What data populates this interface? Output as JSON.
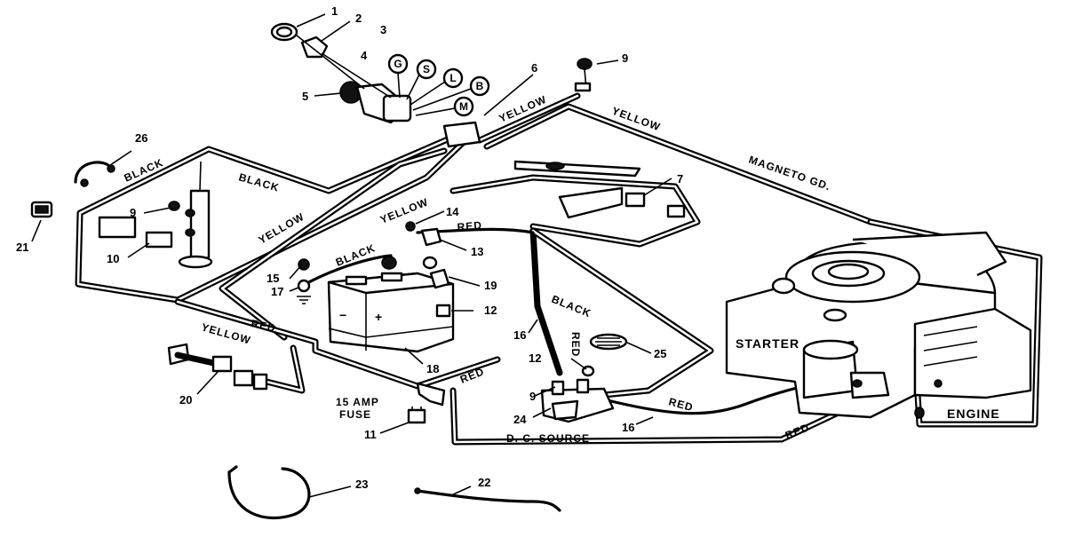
{
  "wire_labels": {
    "yellow_top": "YELLOW",
    "yellow_right": "YELLOW",
    "magneto_gd": "MAGNETO GD.",
    "black_1": "BLACK",
    "black_2": "BLACK",
    "yellow_mid": "YELLOW",
    "yellow_2": "YELLOW",
    "red_top": "RED",
    "black_batt": "BLACK",
    "black_right": "BLACK",
    "red_left": "RED",
    "yellow_left": "YELLOW",
    "red_vert": "RED",
    "red_bottom": "RED",
    "red_solenoid": "RED",
    "red_engine": "RED"
  },
  "terminals": [
    "G",
    "S",
    "L",
    "B",
    "M"
  ],
  "component_labels": {
    "starter": "STARTER",
    "engine": "ENGINE",
    "fuse_1": "15 AMP",
    "fuse_2": "FUSE",
    "dc_source": "D. C. SOURCE",
    "plus": "+",
    "minus": "−"
  },
  "callouts": {
    "c1": "1",
    "c2": "2",
    "c3": "3",
    "c4": "4",
    "c5": "5",
    "c6": "6",
    "c7": "7",
    "c9a": "9",
    "c9b": "9",
    "c9c": "9",
    "c10": "10",
    "c11": "11",
    "c12a": "12",
    "c12b": "12",
    "c13": "13",
    "c14": "14",
    "c15": "15",
    "c16a": "16",
    "c16b": "16",
    "c17": "17",
    "c18": "18",
    "c19": "19",
    "c20": "20",
    "c21": "21",
    "c22": "22",
    "c23": "23",
    "c24": "24",
    "c25": "25",
    "c26": "26"
  }
}
